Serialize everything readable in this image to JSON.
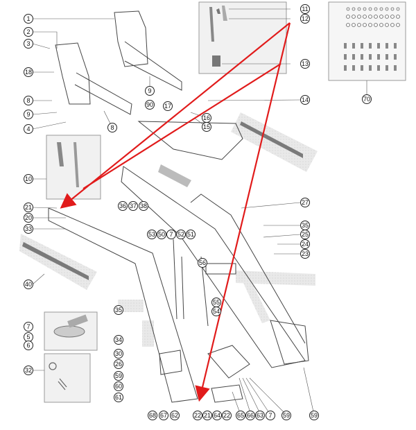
{
  "callouts": {
    "c1": "1",
    "c2": "2",
    "c3": "3",
    "c18": "18",
    "c8a": "8",
    "c9a": "9",
    "c4": "4",
    "c8b": "8",
    "c9b": "9",
    "c90": "90",
    "c17": "17",
    "c16": "16",
    "c15": "15",
    "c11": "11",
    "c12": "12",
    "c13": "13",
    "c14": "14",
    "c70": "70",
    "c10": "10",
    "c21a": "21",
    "c20": "20",
    "c33": "33",
    "c36": "36",
    "c37": "37",
    "c38": "38",
    "c27": "27",
    "c40": "40",
    "c53": "53",
    "c50": "50",
    "c7a": "7",
    "c52": "52",
    "c51": "51",
    "c35a": "35",
    "c25": "25",
    "c24": "24",
    "c23": "23",
    "c56": "56",
    "c55": "55",
    "c54": "54",
    "c35b": "35",
    "c7b": "7",
    "c5": "5",
    "c6": "6",
    "c34": "34",
    "c32": "32",
    "c30": "30",
    "c26": "26",
    "c59a": "59",
    "c60": "60",
    "c61": "61",
    "c68": "68",
    "c67": "67",
    "c62": "62",
    "c22a": "22",
    "c21b": "21",
    "c64": "64",
    "c22b": "22",
    "c65": "65",
    "c66": "66",
    "c63": "63",
    "c7c": "7",
    "c59b": "59",
    "c59c": "59"
  },
  "colors": {
    "arrow": "#e11b1b",
    "line": "#444444",
    "boxShade": "#ececec",
    "boxBorder": "#999999"
  }
}
